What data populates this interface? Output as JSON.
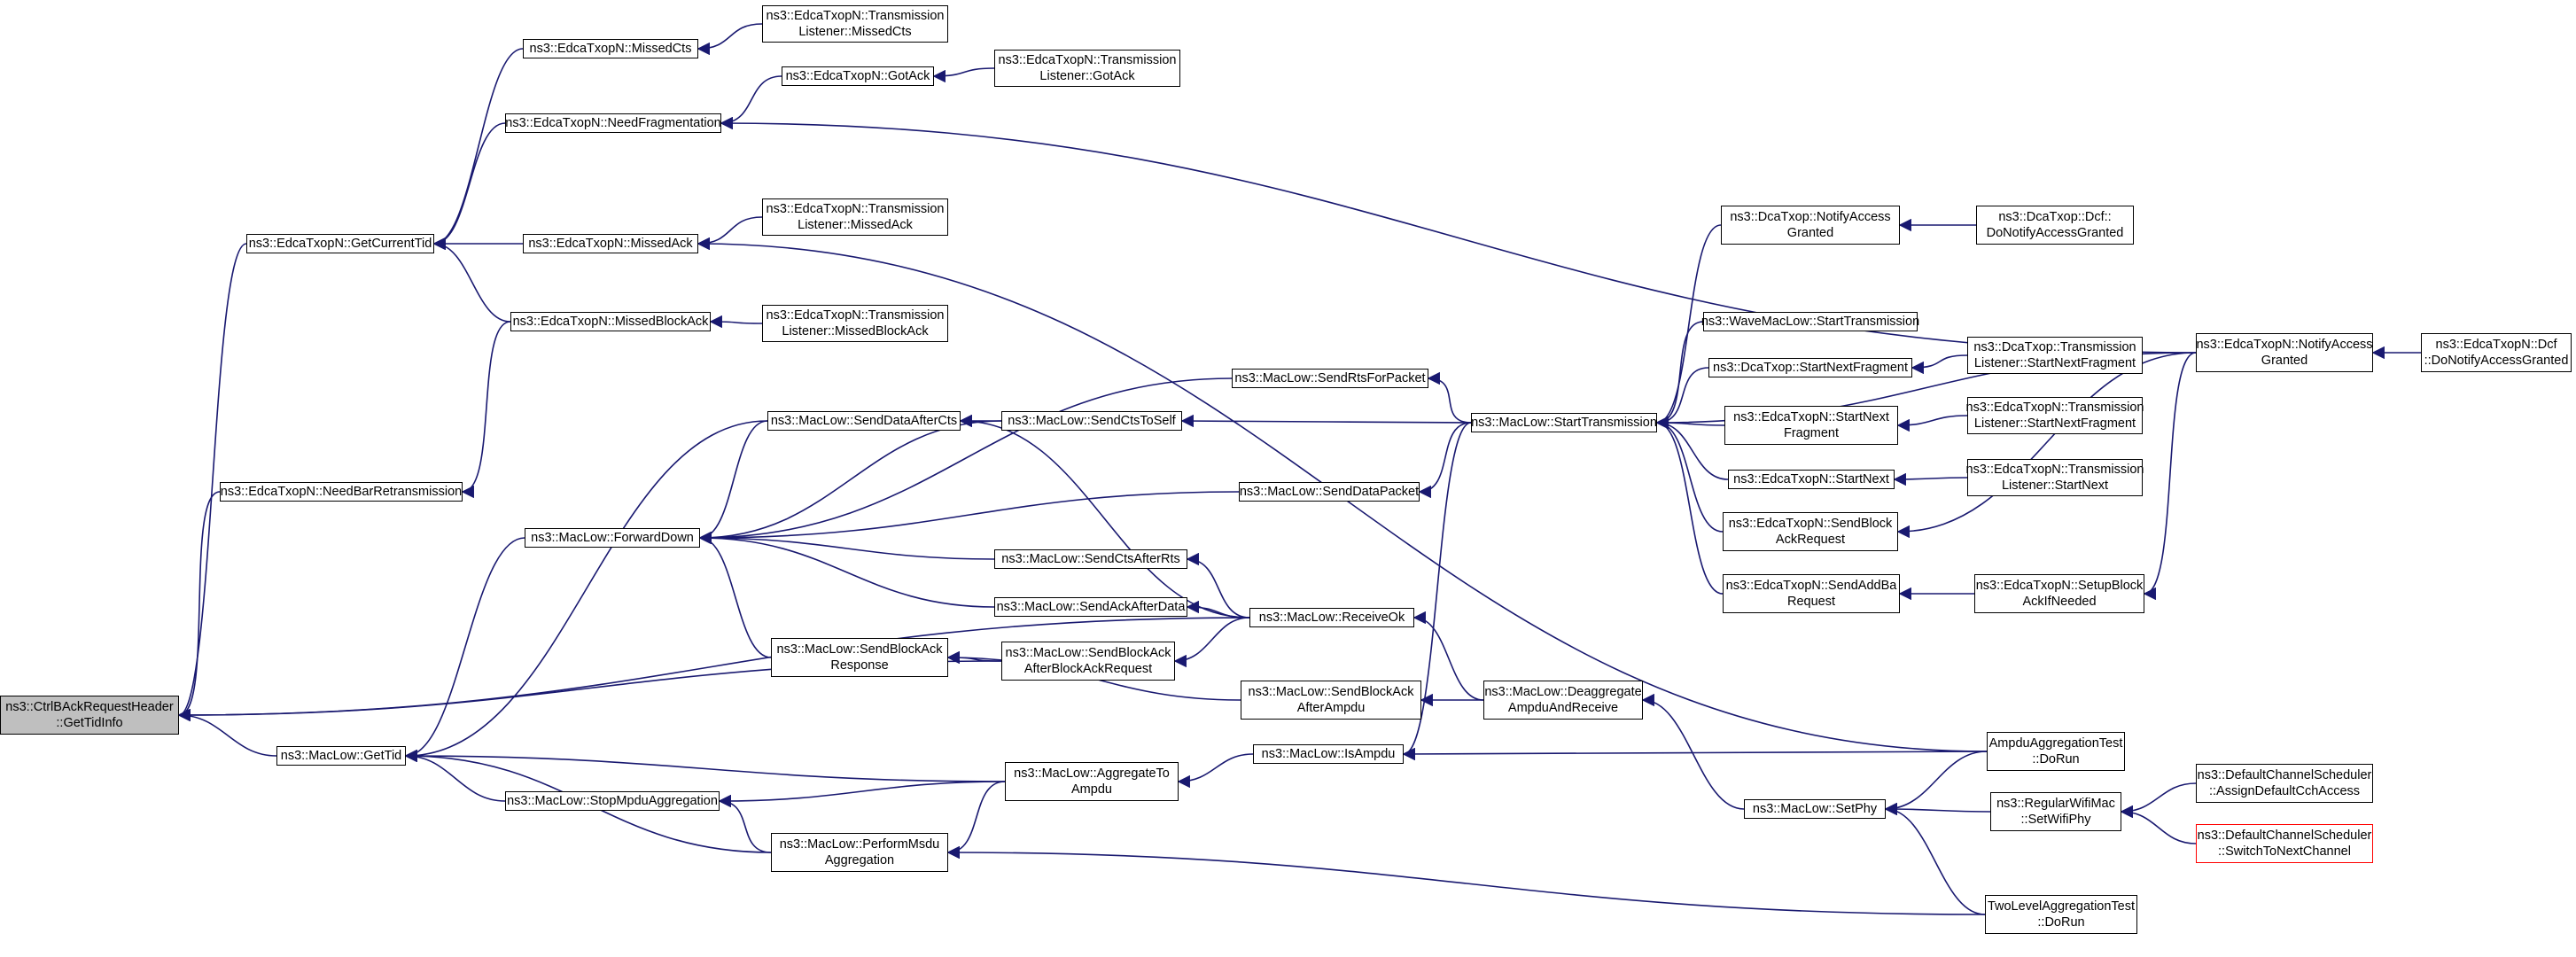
{
  "diagram_type": "doxygen caller graph",
  "colors": {
    "edge": "#191970",
    "root_fill": "#bfbfbf",
    "node_border": "#000000",
    "truncated_border": "#ff0000"
  },
  "nodes": [
    {
      "id": "root",
      "lines": [
        "ns3::CtrlBAckRequestHeader",
        "::GetTidInfo"
      ]
    },
    {
      "id": "gettid",
      "lines": [
        "ns3::MacLow::GetTid"
      ]
    },
    {
      "id": "needbar",
      "lines": [
        "ns3::EdcaTxopN::NeedBarRetransmission"
      ]
    },
    {
      "id": "getcurtid",
      "lines": [
        "ns3::EdcaTxopN::GetCurrentTid"
      ]
    },
    {
      "id": "missedcts",
      "lines": [
        "ns3::EdcaTxopN::MissedCts"
      ]
    },
    {
      "id": "needfrag",
      "lines": [
        "ns3::EdcaTxopN::NeedFragmentation"
      ]
    },
    {
      "id": "missedack",
      "lines": [
        "ns3::EdcaTxopN::MissedAck"
      ]
    },
    {
      "id": "missedblockack",
      "lines": [
        "ns3::EdcaTxopN::MissedBlockAck"
      ]
    },
    {
      "id": "tl_missedcts",
      "lines": [
        "ns3::EdcaTxopN::Transmission",
        "Listener::MissedCts"
      ]
    },
    {
      "id": "gotack",
      "lines": [
        "ns3::EdcaTxopN::GotAck"
      ]
    },
    {
      "id": "tl_gotack",
      "lines": [
        "ns3::EdcaTxopN::Transmission",
        "Listener::GotAck"
      ]
    },
    {
      "id": "tl_missedack",
      "lines": [
        "ns3::EdcaTxopN::Transmission",
        "Listener::MissedAck"
      ]
    },
    {
      "id": "tl_missedblockack",
      "lines": [
        "ns3::EdcaTxopN::Transmission",
        "Listener::MissedBlockAck"
      ]
    },
    {
      "id": "forwarddown",
      "lines": [
        "ns3::MacLow::ForwardDown"
      ]
    },
    {
      "id": "senddataaftercts",
      "lines": [
        "ns3::MacLow::SendDataAfterCts"
      ]
    },
    {
      "id": "sendctstoself",
      "lines": [
        "ns3::MacLow::SendCtsToSelf"
      ]
    },
    {
      "id": "sendrtsforpacket",
      "lines": [
        "ns3::MacLow::SendRtsForPacket"
      ]
    },
    {
      "id": "senddatapacket",
      "lines": [
        "ns3::MacLow::SendDataPacket"
      ]
    },
    {
      "id": "sendctsafterrts",
      "lines": [
        "ns3::MacLow::SendCtsAfterRts"
      ]
    },
    {
      "id": "sendackafterdata",
      "lines": [
        "ns3::MacLow::SendAckAfterData"
      ]
    },
    {
      "id": "sendblockackresp",
      "lines": [
        "ns3::MacLow::SendBlockAck",
        "Response"
      ]
    },
    {
      "id": "sbaafterbar",
      "lines": [
        "ns3::MacLow::SendBlockAck",
        "AfterBlockAckRequest"
      ]
    },
    {
      "id": "receiveok",
      "lines": [
        "ns3::MacLow::ReceiveOk"
      ]
    },
    {
      "id": "sbaafterampdu",
      "lines": [
        "ns3::MacLow::SendBlockAck",
        "AfterAmpdu"
      ]
    },
    {
      "id": "stopmpdu",
      "lines": [
        "ns3::MacLow::StopMpduAggregation"
      ]
    },
    {
      "id": "aggregatetoampdu",
      "lines": [
        "ns3::MacLow::AggregateTo",
        "Ampdu"
      ]
    },
    {
      "id": "performmsdu",
      "lines": [
        "ns3::MacLow::PerformMsdu",
        "Aggregation"
      ]
    },
    {
      "id": "isampdu",
      "lines": [
        "ns3::MacLow::IsAmpdu"
      ]
    },
    {
      "id": "deaggregate",
      "lines": [
        "ns3::MacLow::Deaggregate",
        "AmpduAndReceive"
      ]
    },
    {
      "id": "starttx",
      "lines": [
        "ns3::MacLow::StartTransmission"
      ]
    },
    {
      "id": "dca_notify",
      "lines": [
        "ns3::DcaTxop::NotifyAccess",
        "Granted"
      ]
    },
    {
      "id": "dcf_notify",
      "lines": [
        "ns3::DcaTxop::Dcf::",
        "DoNotifyAccessGranted"
      ]
    },
    {
      "id": "wave_start",
      "lines": [
        "ns3::WaveMacLow::StartTransmission"
      ]
    },
    {
      "id": "dca_startnext",
      "lines": [
        "ns3::DcaTxop::StartNextFragment"
      ]
    },
    {
      "id": "dca_tl_startnext",
      "lines": [
        "ns3::DcaTxop::Transmission",
        "Listener::StartNextFragment"
      ]
    },
    {
      "id": "edca_startnextfrag",
      "lines": [
        "ns3::EdcaTxopN::StartNext",
        "Fragment"
      ]
    },
    {
      "id": "edca_tl_startnextfrag",
      "lines": [
        "ns3::EdcaTxopN::Transmission",
        "Listener::StartNextFragment"
      ]
    },
    {
      "id": "edca_startnext",
      "lines": [
        "ns3::EdcaTxopN::StartNext"
      ]
    },
    {
      "id": "edca_tl_startnext",
      "lines": [
        "ns3::EdcaTxopN::Transmission",
        "Listener::StartNext"
      ]
    },
    {
      "id": "edca_sendblockackreq",
      "lines": [
        "ns3::EdcaTxopN::SendBlock",
        "AckRequest"
      ]
    },
    {
      "id": "edca_sendaddba",
      "lines": [
        "ns3::EdcaTxopN::SendAddBa",
        "Request"
      ]
    },
    {
      "id": "edca_setupblockack",
      "lines": [
        "ns3::EdcaTxopN::SetupBlock",
        "AckIfNeeded"
      ]
    },
    {
      "id": "edca_notify",
      "lines": [
        "ns3::EdcaTxopN::NotifyAccess",
        "Granted"
      ]
    },
    {
      "id": "edca_dcf_notify",
      "lines": [
        "ns3::EdcaTxopN::Dcf",
        "::DoNotifyAccessGranted"
      ]
    },
    {
      "id": "setphy",
      "lines": [
        "ns3::MacLow::SetPhy"
      ]
    },
    {
      "id": "ampdu_test",
      "lines": [
        "AmpduAggregationTest",
        "::DoRun"
      ]
    },
    {
      "id": "regwifi_setphy",
      "lines": [
        "ns3::RegularWifiMac",
        "::SetWifiPhy"
      ]
    },
    {
      "id": "twolevel_test",
      "lines": [
        "TwoLevelAggregationTest",
        "::DoRun"
      ]
    },
    {
      "id": "dcs_assign",
      "lines": [
        "ns3::DefaultChannelScheduler",
        "::AssignDefaultCchAccess"
      ]
    },
    {
      "id": "dcs_switch",
      "lines": [
        "ns3::DefaultChannelScheduler",
        "::SwitchToNextChannel"
      ]
    }
  ],
  "edges": [
    [
      "root",
      "gettid"
    ],
    [
      "root",
      "needbar"
    ],
    [
      "root",
      "getcurtid"
    ],
    [
      "root",
      "sbaafterbar"
    ],
    [
      "root",
      "receiveok"
    ],
    [
      "gettid",
      "forwarddown"
    ],
    [
      "gettid",
      "senddataaftercts"
    ],
    [
      "gettid",
      "stopmpdu"
    ],
    [
      "gettid",
      "aggregatetoampdu"
    ],
    [
      "gettid",
      "performmsdu"
    ],
    [
      "needbar",
      "missedblockack"
    ],
    [
      "getcurtid",
      "missedcts"
    ],
    [
      "getcurtid",
      "needfrag"
    ],
    [
      "getcurtid",
      "missedack"
    ],
    [
      "getcurtid",
      "missedblockack"
    ],
    [
      "missedcts",
      "tl_missedcts"
    ],
    [
      "needfrag",
      "gotack"
    ],
    [
      "needfrag",
      "edca_notify"
    ],
    [
      "gotack",
      "tl_gotack"
    ],
    [
      "missedack",
      "tl_missedack"
    ],
    [
      "missedack",
      "ampdu_test"
    ],
    [
      "missedblockack",
      "tl_missedblockack"
    ],
    [
      "forwarddown",
      "sendrtsforpacket"
    ],
    [
      "forwarddown",
      "senddataaftercts"
    ],
    [
      "forwarddown",
      "sendctstoself"
    ],
    [
      "forwarddown",
      "senddatapacket"
    ],
    [
      "forwarddown",
      "sendctsafterrts"
    ],
    [
      "forwarddown",
      "sendackafterdata"
    ],
    [
      "forwarddown",
      "sendblockackresp"
    ],
    [
      "senddataaftercts",
      "sendctstoself"
    ],
    [
      "senddataaftercts",
      "receiveok"
    ],
    [
      "sendctstoself",
      "starttx"
    ],
    [
      "sendrtsforpacket",
      "starttx"
    ],
    [
      "senddatapacket",
      "starttx"
    ],
    [
      "sendctsafterrts",
      "receiveok"
    ],
    [
      "sendackafterdata",
      "receiveok"
    ],
    [
      "sendblockackresp",
      "sbaafterbar"
    ],
    [
      "sendblockackresp",
      "sbaafterampdu"
    ],
    [
      "sbaafterbar",
      "receiveok"
    ],
    [
      "receiveok",
      "deaggregate"
    ],
    [
      "sbaafterampdu",
      "deaggregate"
    ],
    [
      "stopmpdu",
      "aggregatetoampdu"
    ],
    [
      "stopmpdu",
      "performmsdu"
    ],
    [
      "aggregatetoampdu",
      "isampdu"
    ],
    [
      "performmsdu",
      "aggregatetoampdu"
    ],
    [
      "performmsdu",
      "twolevel_test"
    ],
    [
      "isampdu",
      "starttx"
    ],
    [
      "isampdu",
      "ampdu_test"
    ],
    [
      "deaggregate",
      "setphy"
    ],
    [
      "starttx",
      "dca_notify"
    ],
    [
      "starttx",
      "wave_start"
    ],
    [
      "starttx",
      "dca_startnext"
    ],
    [
      "starttx",
      "edca_startnextfrag"
    ],
    [
      "starttx",
      "edca_startnext"
    ],
    [
      "starttx",
      "edca_sendblockackreq"
    ],
    [
      "starttx",
      "edca_sendaddba"
    ],
    [
      "starttx",
      "edca_notify"
    ],
    [
      "dca_notify",
      "dcf_notify"
    ],
    [
      "dca_startnext",
      "dca_tl_startnext"
    ],
    [
      "edca_startnextfrag",
      "edca_tl_startnextfrag"
    ],
    [
      "edca_startnext",
      "edca_tl_startnext"
    ],
    [
      "edca_sendblockackreq",
      "edca_notify"
    ],
    [
      "edca_sendaddba",
      "edca_setupblockack"
    ],
    [
      "edca_setupblockack",
      "edca_notify"
    ],
    [
      "edca_notify",
      "edca_dcf_notify"
    ],
    [
      "setphy",
      "ampdu_test"
    ],
    [
      "setphy",
      "regwifi_setphy"
    ],
    [
      "setphy",
      "twolevel_test"
    ],
    [
      "regwifi_setphy",
      "dcs_assign"
    ],
    [
      "regwifi_setphy",
      "dcs_switch"
    ]
  ]
}
